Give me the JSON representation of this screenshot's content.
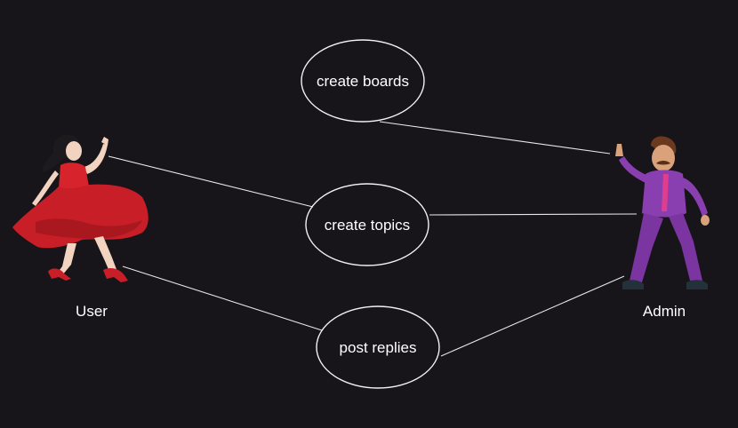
{
  "actors": {
    "user": {
      "label": "User",
      "icon": "dancing-woman-icon"
    },
    "admin": {
      "label": "Admin",
      "icon": "dancing-man-icon"
    }
  },
  "use_cases": {
    "create_boards": "create boards",
    "create_topics": "create topics",
    "post_replies": "post replies"
  },
  "colors": {
    "background": "#17141a",
    "line": "#e8e8e8",
    "text": "#ffffff"
  }
}
